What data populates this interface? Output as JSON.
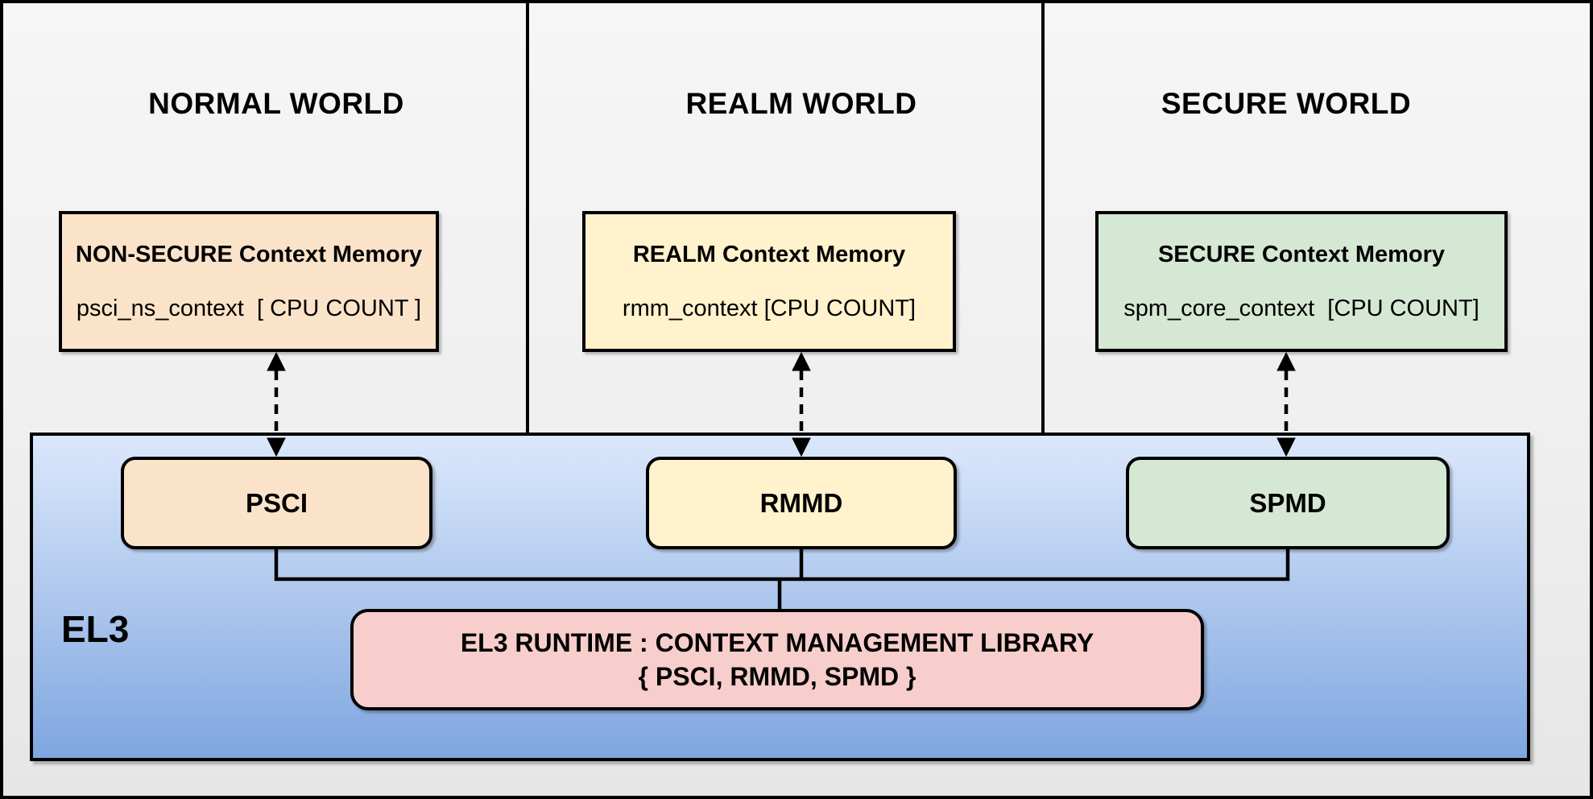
{
  "worlds": [
    {
      "title": "NORMAL WORLD",
      "memory_box": {
        "heading": "NON-SECURE Context Memory",
        "value": "psci_ns_context  [ CPU COUNT ]",
        "fill": "#FBE3C9"
      },
      "el3_module": {
        "label": "PSCI",
        "fill": "#FBE3C9"
      }
    },
    {
      "title": "REALM WORLD",
      "memory_box": {
        "heading": "REALM Context Memory",
        "value": "rmm_context [CPU COUNT]",
        "fill": "#FFF2CC"
      },
      "el3_module": {
        "label": "RMMD",
        "fill": "#FFF2CC"
      }
    },
    {
      "title": "SECURE WORLD",
      "memory_box": {
        "heading": "SECURE Context Memory",
        "value": "spm_core_context  [CPU COUNT]",
        "fill": "#D5E8D4"
      },
      "el3_module": {
        "label": "SPMD",
        "fill": "#D5E8D4"
      }
    }
  ],
  "el3": {
    "label": "EL3",
    "fill_top": "#DBE8FB",
    "fill_bottom": "#7EA6E0",
    "runtime": {
      "line1": "EL3 RUNTIME : CONTEXT MANAGEMENT LIBRARY",
      "line2": "{ PSCI, RMMD, SPMD }",
      "fill": "#F8CECC"
    }
  },
  "icons": {
    "memory_module_link": "dashed-double-headed-arrow"
  },
  "line_color": "#000000"
}
